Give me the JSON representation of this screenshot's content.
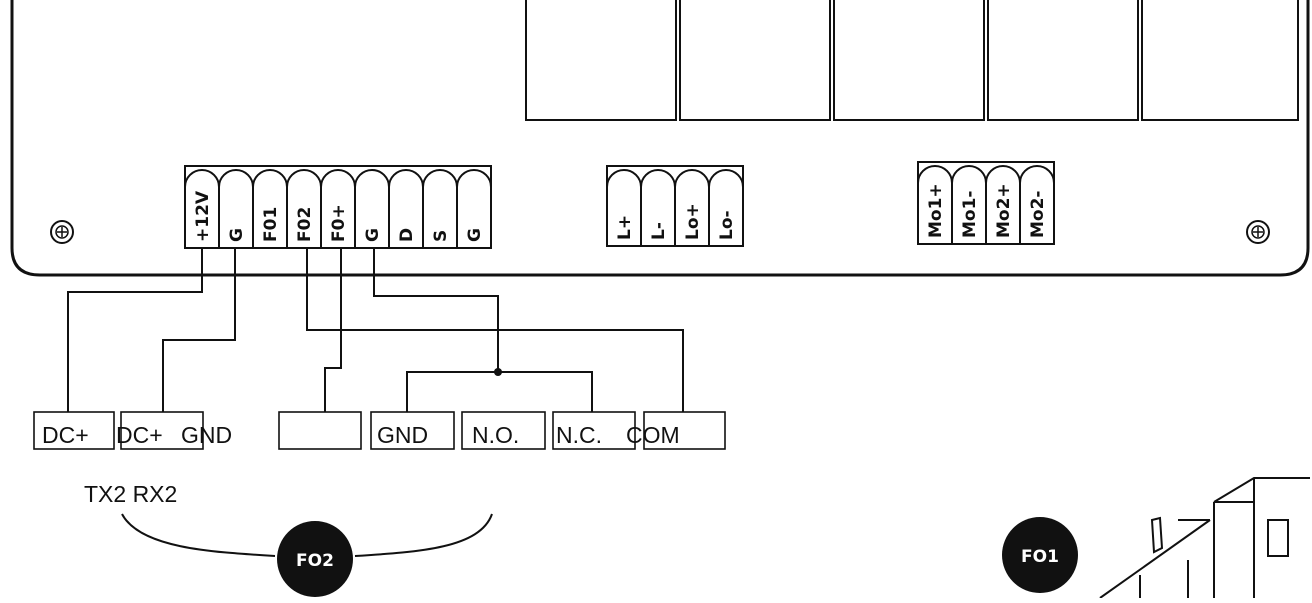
{
  "terminal_blocks": [
    {
      "id": "main",
      "pins": [
        "+12V",
        "G",
        "F01",
        "F02",
        "F0+",
        "G",
        "D",
        "S",
        "G"
      ]
    },
    {
      "id": "lamp",
      "pins": [
        "L+",
        "L-",
        "Lo+",
        "Lo-"
      ]
    },
    {
      "id": "motor",
      "pins": [
        "Mo1+",
        "Mo1-",
        "Mo2+",
        "Mo2-"
      ]
    }
  ],
  "tx2_boxes": [
    "DC+",
    "DC+",
    "GND"
  ],
  "rx2_boxes": [
    "",
    "GND",
    "N.O.",
    "N.C.",
    "COM"
  ],
  "device_label": "TX2 RX2",
  "badges": {
    "fo2": "FO2",
    "fo1": "FO1"
  }
}
